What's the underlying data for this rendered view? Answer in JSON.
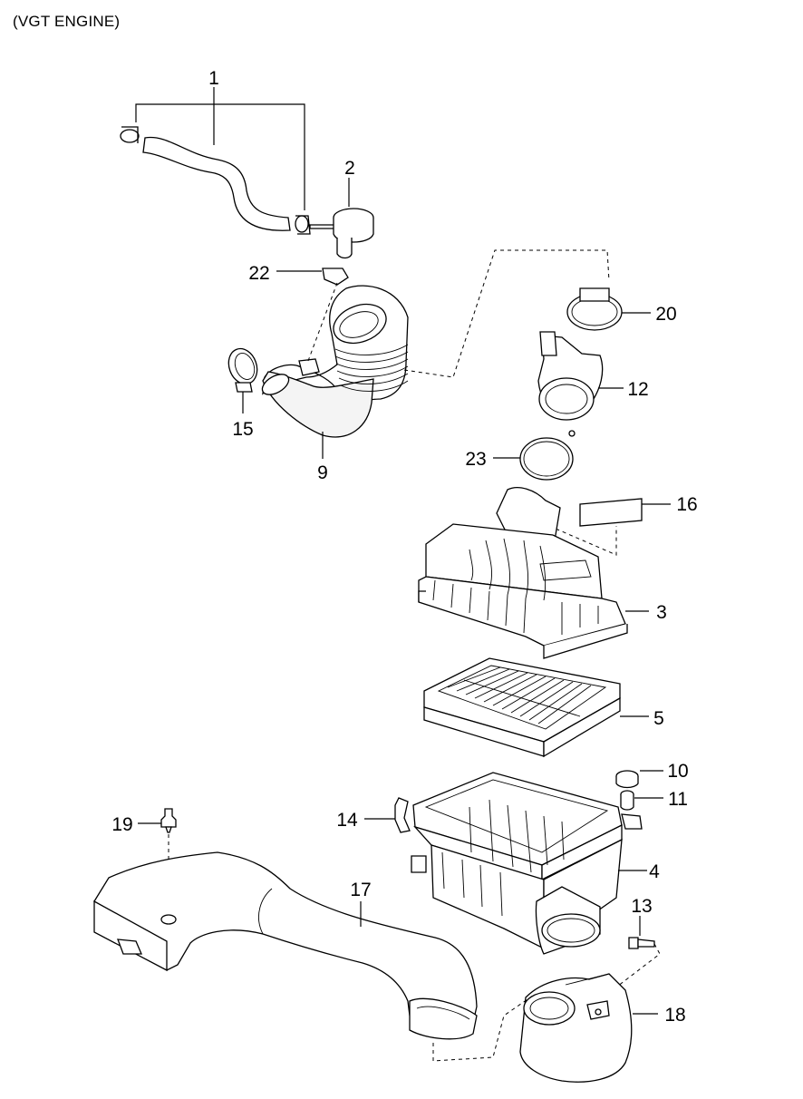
{
  "title": "(VGT ENGINE)",
  "callouts": [
    {
      "id": "1",
      "text": "1"
    },
    {
      "id": "2",
      "text": "2"
    },
    {
      "id": "3",
      "text": "3"
    },
    {
      "id": "4",
      "text": "4"
    },
    {
      "id": "5",
      "text": "5"
    },
    {
      "id": "9",
      "text": "9"
    },
    {
      "id": "10",
      "text": "10"
    },
    {
      "id": "11",
      "text": "11"
    },
    {
      "id": "12",
      "text": "12"
    },
    {
      "id": "13",
      "text": "13"
    },
    {
      "id": "14",
      "text": "14"
    },
    {
      "id": "15",
      "text": "15"
    },
    {
      "id": "16",
      "text": "16"
    },
    {
      "id": "17",
      "text": "17"
    },
    {
      "id": "18",
      "text": "18"
    },
    {
      "id": "19",
      "text": "19"
    },
    {
      "id": "20",
      "text": "20"
    },
    {
      "id": "22",
      "text": "22"
    },
    {
      "id": "23",
      "text": "23"
    }
  ]
}
